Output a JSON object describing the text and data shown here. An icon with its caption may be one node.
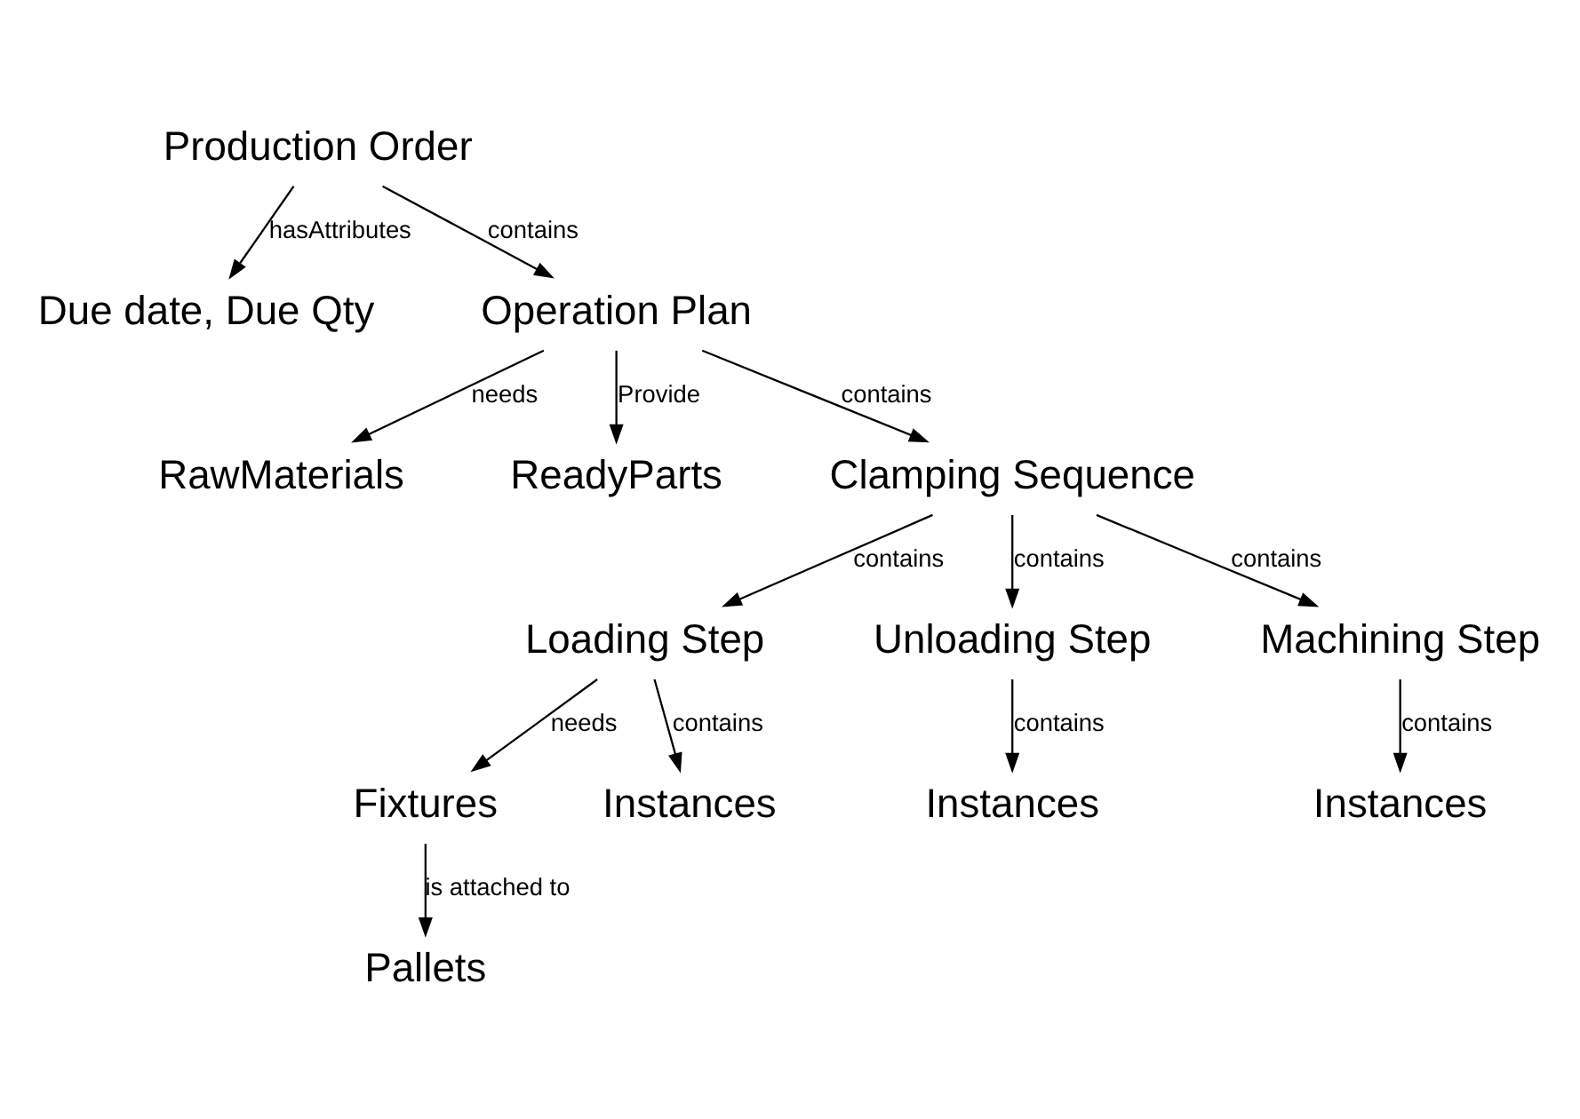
{
  "diagram": {
    "nodes": [
      {
        "text": [
          "Production Order"
        ]
      },
      {
        "text": [
          "Due date, Due Qty"
        ]
      },
      {
        "text": [
          "Operation Plan"
        ]
      },
      {
        "text": [
          "RawMaterials"
        ]
      },
      {
        "text": [
          "ReadyParts"
        ]
      },
      {
        "text": [
          "Clamping Sequence"
        ]
      },
      {
        "text": [
          "Loading Step"
        ]
      },
      {
        "text": [
          "Unloading Step"
        ]
      },
      {
        "text": [
          "Machining Step"
        ]
      },
      {
        "text": [
          "Fixtures"
        ]
      },
      {
        "text": [
          "Instances"
        ]
      },
      {
        "text": [
          "Pallets"
        ]
      },
      {
        "text": [
          "Instances"
        ]
      },
      {
        "text": [
          "Instances"
        ]
      }
    ],
    "edges": [
      {
        "from": 0,
        "to": 2,
        "arrow": "to",
        "label": "contains"
      },
      {
        "from": 0,
        "to": 1,
        "arrow": "to",
        "label": "hasAttributes"
      },
      {
        "from": 2,
        "to": 3,
        "arrow": "to",
        "label": "needs"
      },
      {
        "from": 2,
        "to": 5,
        "arrow": "to",
        "label": "contains"
      },
      {
        "from": 2,
        "to": 4,
        "arrow": "to",
        "label": "Provide"
      },
      {
        "from": 5,
        "to": 6,
        "arrow": "to",
        "label": "contains"
      },
      {
        "from": 5,
        "to": 7,
        "arrow": "to",
        "label": "contains"
      },
      {
        "from": 5,
        "to": 8,
        "arrow": "to",
        "label": "contains"
      },
      {
        "from": 6,
        "to": 9,
        "arrow": "to",
        "label": "needs"
      },
      {
        "from": 6,
        "to": 10,
        "arrow": "to",
        "label": "contains"
      },
      {
        "from": 9,
        "to": 11,
        "arrow": "to",
        "label": "is attached to"
      },
      {
        "from": 7,
        "to": 12,
        "arrow": "to",
        "label": "contains"
      },
      {
        "from": 8,
        "to": 13,
        "arrow": "to",
        "label": "contains"
      }
    ]
  }
}
